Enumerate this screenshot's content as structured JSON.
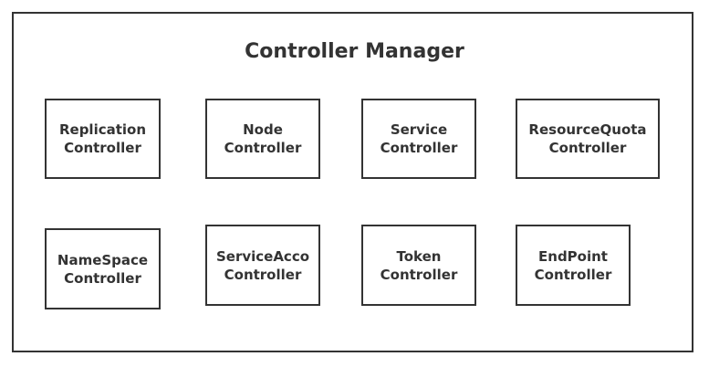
{
  "diagram": {
    "title": "Controller Manager",
    "controllers": [
      {
        "label": "Replication\nController"
      },
      {
        "label": "Node\nController"
      },
      {
        "label": "Service\nController"
      },
      {
        "label": "ResourceQuota\nController"
      },
      {
        "label": "NameSpace\nController"
      },
      {
        "label": "ServiceAcco\nController"
      },
      {
        "label": "Token\nController"
      },
      {
        "label": "EndPoint\nController"
      }
    ]
  },
  "colors": {
    "stroke": "#333333",
    "background": "#ffffff",
    "text": "#333333"
  }
}
